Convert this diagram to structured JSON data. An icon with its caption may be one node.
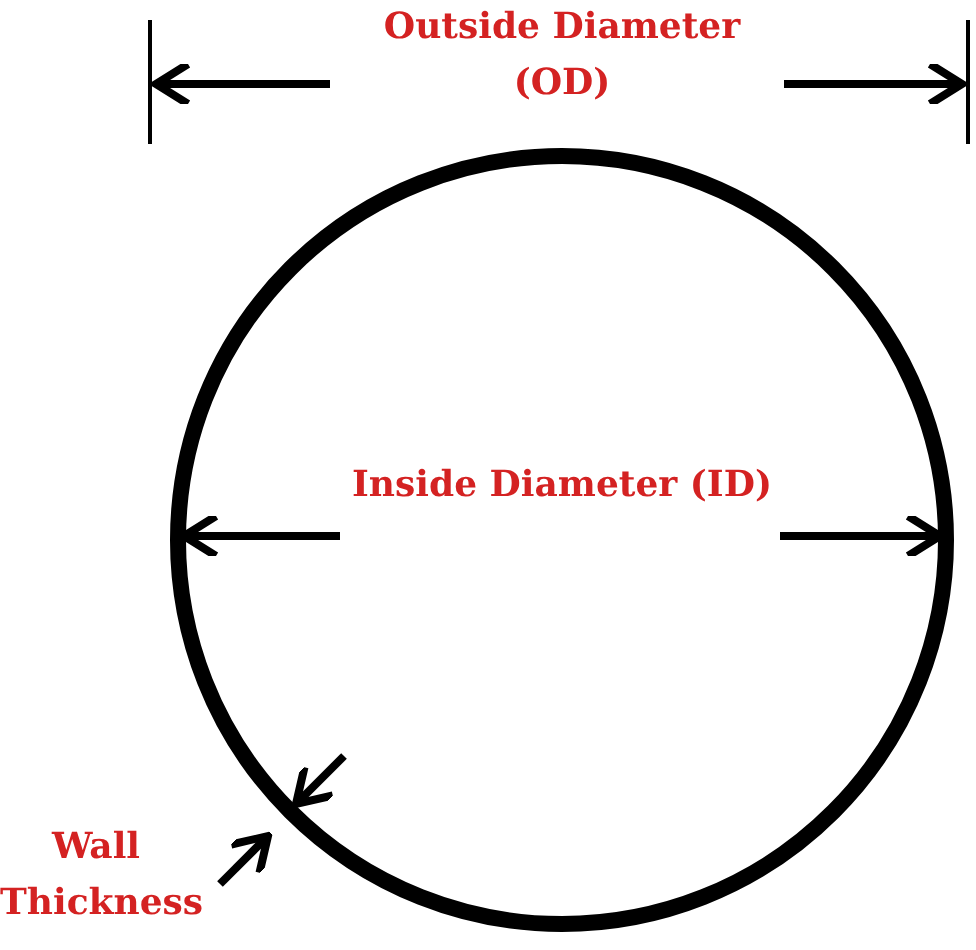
{
  "diagram": {
    "labels": [
      "Outside Diameter (OD)",
      "Inside Diameter (ID)",
      "Wall Thickness"
    ]
  }
}
